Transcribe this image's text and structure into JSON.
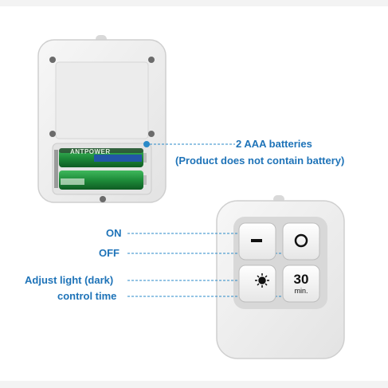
{
  "callouts": {
    "batteries_line1": "2 AAA batteries",
    "batteries_line2": "(Product does not contain battery)",
    "on": "ON",
    "off": "OFF",
    "adjust": "Adjust light (dark)",
    "control": "control time"
  },
  "battery_brand": "ANTPOWER",
  "buttons": {
    "timer_value": "30",
    "timer_unit": "min."
  },
  "colors": {
    "label": "#1e73b8",
    "leader_line": "#2a8ac8",
    "remote_body": "#ececec",
    "battery_green": "#1e8c3a"
  },
  "icons": {
    "on": "minus-icon",
    "off": "circle-icon",
    "adjust": "sun-icon"
  }
}
